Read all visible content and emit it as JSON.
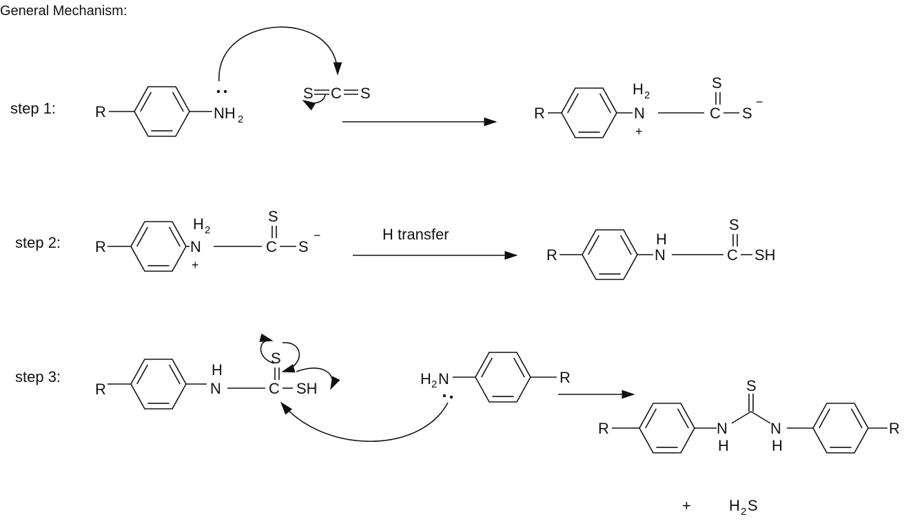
{
  "title": "General Mechanism:",
  "steps": {
    "s1": "step 1:",
    "s2": "step 2:",
    "s3": "step 3:"
  },
  "labels": {
    "R": "R",
    "N": "N",
    "NH": "NH",
    "H": "H",
    "two": "2",
    "S": "S",
    "C": "C",
    "SH": "SH",
    "plus": "+",
    "minus": "−",
    "byproduct_plus": "+"
  },
  "reagents": {
    "h_transfer": "H transfer"
  }
}
